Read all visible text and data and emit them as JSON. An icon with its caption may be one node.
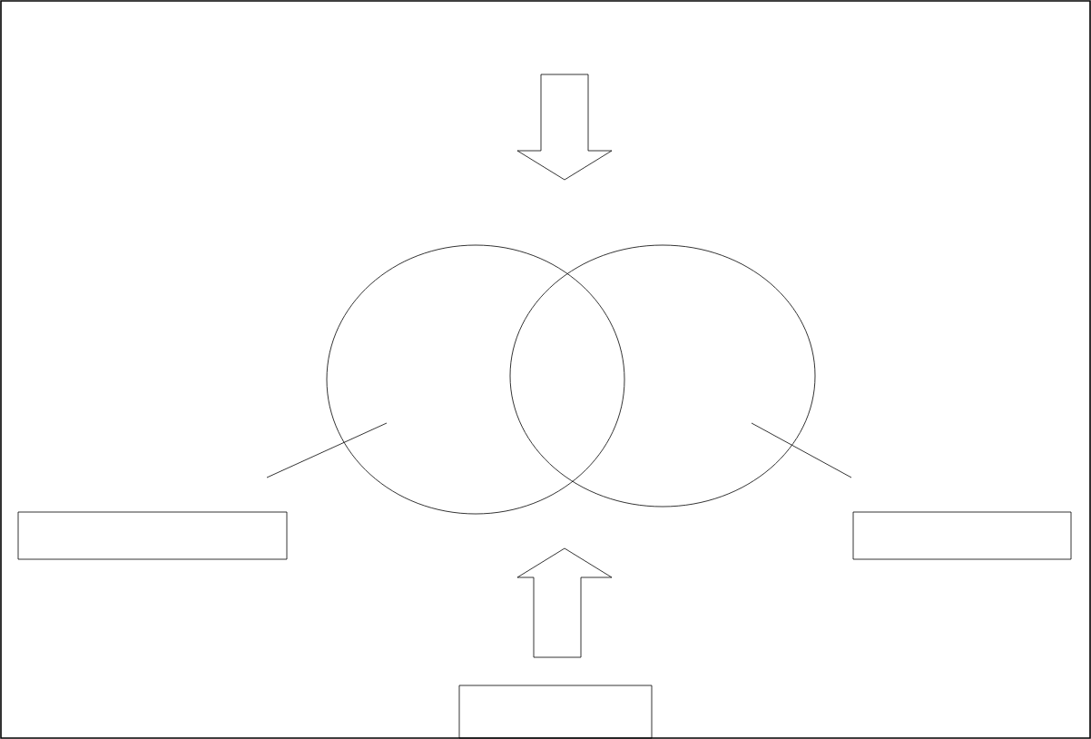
{
  "diagram": {
    "nodes": [
      {
        "text": [],
        "shape": "circle"
      },
      {
        "text": [],
        "shape": "circle"
      },
      {
        "text": [],
        "shape": "box"
      },
      {
        "text": [],
        "shape": "box"
      },
      {
        "text": [],
        "shape": "box"
      }
    ],
    "edges": [
      {
        "from": 2,
        "to": 0,
        "arrow": "none"
      },
      {
        "from": 3,
        "to": 1,
        "arrow": "none"
      },
      {
        "from": 4,
        "to": 0,
        "arrow": "to"
      }
    ]
  }
}
